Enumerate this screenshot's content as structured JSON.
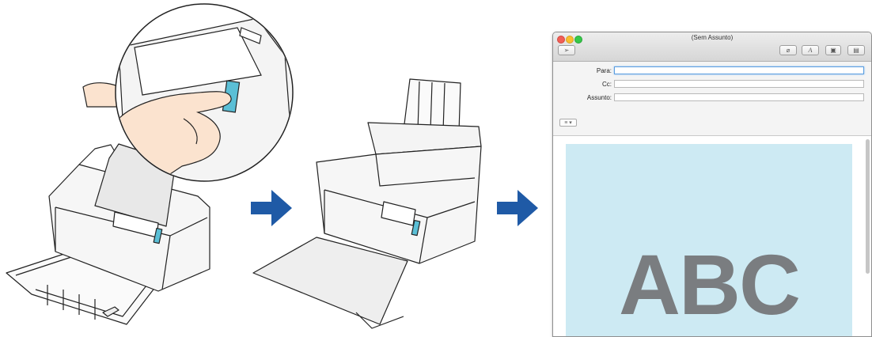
{
  "mail": {
    "window_title": "(Sem Assunto)",
    "fields": {
      "to_label": "Para:",
      "cc_label": "Cc:",
      "subject_label": "Assunto:"
    },
    "format_menu": "≡ ▾",
    "attachment_text": "ABC"
  },
  "icons": [
    "send-icon",
    "paperclip-icon",
    "font-icon",
    "photo-browser-icon",
    "stationery-icon",
    "arrow-right-icon"
  ],
  "colors": {
    "arrow": "#1f5aa6",
    "scanner_button": "#5bbfd6",
    "attachment_bg": "#cdeaf3",
    "attachment_text": "#7a7d80"
  }
}
